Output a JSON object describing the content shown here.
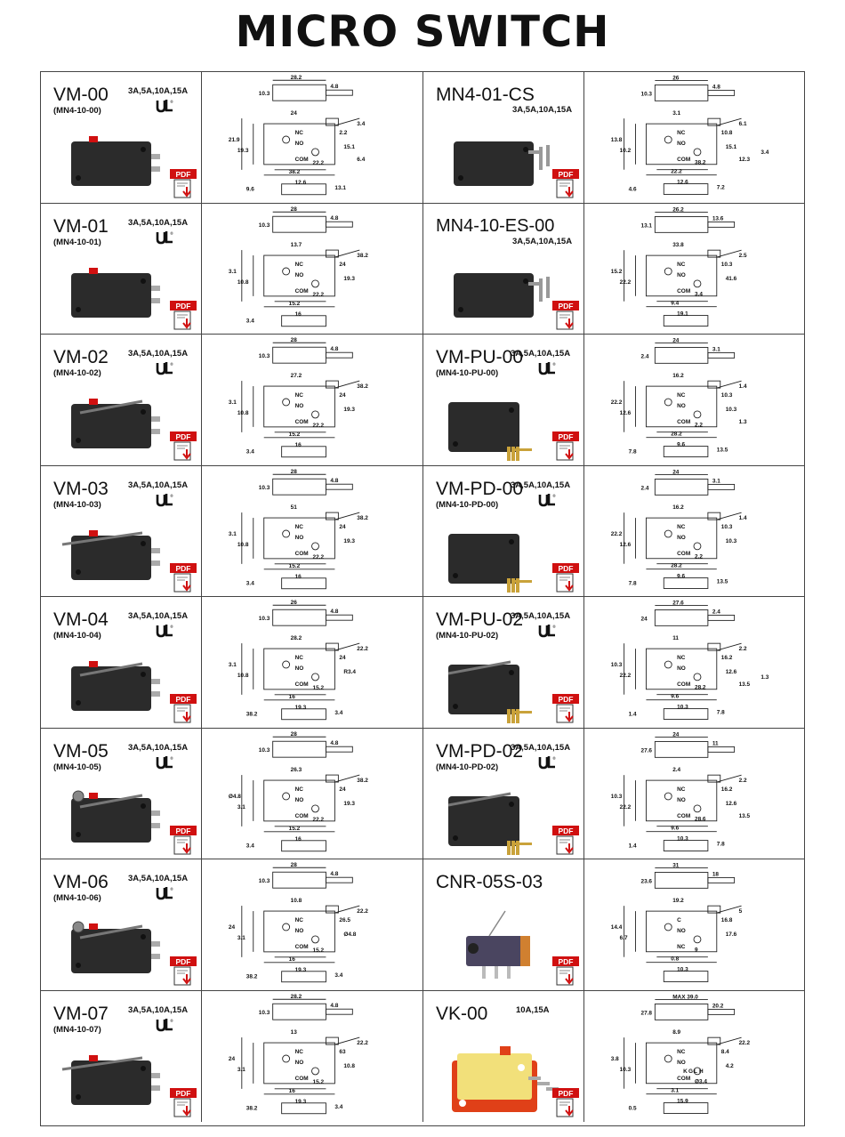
{
  "page_title": "MICRO SWITCH",
  "pdf_label": "PDF",
  "colors": {
    "accent": "#d01010",
    "body": "#2b2b2b",
    "pin": "#c9a23a",
    "cnr_body": "#4a4560",
    "vk_base": "#e04018",
    "vk_cover": "#f2e07a"
  },
  "products": [
    {
      "model": "VM-00",
      "sub": "(MN4-10-00)",
      "rating": "3A,5A,10A,15A",
      "ul": true,
      "icon": "micro-switch-plain"
    },
    {
      "model": "MN4-01-CS",
      "sub": "",
      "rating": "3A,5A,10A,15A",
      "ul": false,
      "icon": "micro-switch-bracket"
    },
    {
      "model": "VM-01",
      "sub": "(MN4-10-01)",
      "rating": "3A,5A,10A,15A",
      "ul": true,
      "icon": "micro-switch-plain"
    },
    {
      "model": "MN4-10-ES-00",
      "sub": "",
      "rating": "3A,5A,10A,15A",
      "ul": false,
      "icon": "micro-switch-bracket"
    },
    {
      "model": "VM-02",
      "sub": "(MN4-10-02)",
      "rating": "3A,5A,10A,15A",
      "ul": true,
      "icon": "micro-switch-lever"
    },
    {
      "model": "VM-PU-00",
      "sub": "(MN4-10-PU-00)",
      "rating": "3A,5A,10A,15A",
      "ul": true,
      "icon": "micro-switch-pcb"
    },
    {
      "model": "VM-03",
      "sub": "(MN4-10-03)",
      "rating": "3A,5A,10A,15A",
      "ul": true,
      "icon": "micro-switch-long-lever"
    },
    {
      "model": "VM-PD-00",
      "sub": "(MN4-10-PD-00)",
      "rating": "3A,5A,10A,15A",
      "ul": true,
      "icon": "micro-switch-pcb"
    },
    {
      "model": "VM-04",
      "sub": "(MN4-10-04)",
      "rating": "3A,5A,10A,15A",
      "ul": true,
      "icon": "micro-switch-curved-lever"
    },
    {
      "model": "VM-PU-02",
      "sub": "(MN4-10-PU-02)",
      "rating": "3A,5A,10A,15A",
      "ul": true,
      "icon": "micro-switch-pcb-lever"
    },
    {
      "model": "VM-05",
      "sub": "(MN4-10-05)",
      "rating": "3A,5A,10A,15A",
      "ul": true,
      "icon": "micro-switch-roller"
    },
    {
      "model": "VM-PD-02",
      "sub": "(MN4-10-PD-02)",
      "rating": "3A,5A,10A,15A",
      "ul": true,
      "icon": "micro-switch-pcb-lever"
    },
    {
      "model": "VM-06",
      "sub": "(MN4-10-06)",
      "rating": "3A,5A,10A,15A",
      "ul": true,
      "icon": "micro-switch-roller-lever"
    },
    {
      "model": "CNR-05S-03",
      "sub": "",
      "rating": "",
      "ul": false,
      "icon": "micro-switch-mini"
    },
    {
      "model": "VM-07",
      "sub": "(MN4-10-07)",
      "rating": "3A,5A,10A,15A",
      "ul": true,
      "icon": "micro-switch-wire-lever"
    },
    {
      "model": "VK-00",
      "sub": "",
      "rating": "10A,15A",
      "ul": false,
      "icon": "micro-switch-vk"
    }
  ],
  "drawings": [
    {
      "dims": [
        "28.2",
        "10.3",
        "4.8",
        "24",
        "2.2",
        "21.9",
        "19.3",
        "15.1",
        "12.6",
        "38.2",
        "22.2",
        "3.4",
        "9.6",
        "13.1",
        "6.4"
      ],
      "labels": [
        "NC",
        "NO",
        "COM"
      ]
    },
    {
      "dims": [
        "26",
        "10.3",
        "4.8",
        "3.1",
        "10.8",
        "13.8",
        "10.2",
        "15.1",
        "12.6",
        "22.2",
        "38.2",
        "6.1",
        "4.6",
        "7.2",
        "12.3",
        "3.4"
      ],
      "labels": [
        "NC",
        "NO",
        "COM"
      ]
    },
    {
      "dims": [
        "28",
        "10.3",
        "4.8",
        "13.7",
        "24",
        "3.1",
        "10.8",
        "19.3",
        "16",
        "15.2",
        "22.2",
        "38.2",
        "3.4"
      ],
      "labels": [
        "NC",
        "NO",
        "COM"
      ]
    },
    {
      "dims": [
        "26.2",
        "13.1",
        "13.6",
        "33.8",
        "10.3",
        "15.2",
        "22.2",
        "41.6",
        "19.1",
        "9.4",
        "3.4",
        "2.5"
      ],
      "labels": [
        "NC",
        "NO",
        "COM"
      ]
    },
    {
      "dims": [
        "28",
        "10.3",
        "4.8",
        "27.2",
        "24",
        "3.1",
        "10.8",
        "19.3",
        "16",
        "15.2",
        "22.2",
        "38.2",
        "3.4"
      ],
      "labels": [
        "NC",
        "NO",
        "COM"
      ]
    },
    {
      "dims": [
        "24",
        "2.4",
        "3.1",
        "16.2",
        "10.3",
        "22.2",
        "12.6",
        "10.3",
        "9.6",
        "28.2",
        "2.2",
        "1.4",
        "7.8",
        "13.5",
        "1.3"
      ],
      "labels": [
        "NC",
        "NO",
        "COM"
      ]
    },
    {
      "dims": [
        "28",
        "10.3",
        "4.8",
        "51",
        "24",
        "3.1",
        "10.8",
        "19.3",
        "16",
        "15.2",
        "22.2",
        "38.2",
        "3.4"
      ],
      "labels": [
        "NC",
        "NO",
        "COM"
      ]
    },
    {
      "dims": [
        "24",
        "2.4",
        "3.1",
        "16.2",
        "10.3",
        "22.2",
        "12.6",
        "10.3",
        "9.6",
        "28.2",
        "2.2",
        "1.4",
        "7.8",
        "13.5"
      ],
      "labels": [
        "NC",
        "NO",
        "COM"
      ]
    },
    {
      "dims": [
        "26",
        "10.3",
        "4.8",
        "28.2",
        "24",
        "3.1",
        "10.8",
        "R3.4",
        "19.3",
        "16",
        "15.2",
        "22.2",
        "38.2",
        "3.4"
      ],
      "labels": [
        "NC",
        "NO",
        "COM"
      ]
    },
    {
      "dims": [
        "27.6",
        "24",
        "2.4",
        "11",
        "16.2",
        "10.3",
        "22.2",
        "12.6",
        "10.3",
        "9.6",
        "28.2",
        "2.2",
        "1.4",
        "7.8",
        "13.5",
        "1.3"
      ],
      "labels": [
        "NC",
        "NO",
        "COM"
      ]
    },
    {
      "dims": [
        "28",
        "10.3",
        "4.8",
        "26.3",
        "24",
        "Ø4.8",
        "3.1",
        "19.3",
        "16",
        "15.2",
        "22.2",
        "38.2",
        "3.4"
      ],
      "labels": [
        "NC",
        "NO",
        "COM"
      ]
    },
    {
      "dims": [
        "24",
        "27.6",
        "11",
        "2.4",
        "16.2",
        "10.3",
        "22.2",
        "12.6",
        "10.3",
        "9.6",
        "28.6",
        "2.2",
        "1.4",
        "7.8",
        "13.5"
      ],
      "labels": [
        "NC",
        "NO",
        "COM"
      ]
    },
    {
      "dims": [
        "28",
        "10.3",
        "4.8",
        "10.8",
        "26.5",
        "24",
        "3.1",
        "Ø4.8",
        "19.3",
        "16",
        "15.2",
        "22.2",
        "38.2",
        "3.4"
      ],
      "labels": [
        "NC",
        "NO",
        "COM"
      ]
    },
    {
      "dims": [
        "31",
        "23.6",
        "18",
        "19.2",
        "16.8",
        "14.4",
        "6.7",
        "17.6",
        "10.3",
        "0.8",
        "9",
        "5"
      ],
      "labels": [
        "C",
        "NO",
        "NC"
      ]
    },
    {
      "dims": [
        "28.2",
        "10.3",
        "4.8",
        "13",
        "63",
        "24",
        "3.1",
        "10.8",
        "19.3",
        "16",
        "15.2",
        "22.2",
        "38.2",
        "3.4"
      ],
      "labels": [
        "NC",
        "NO",
        "COM"
      ]
    },
    {
      "dims": [
        "MAX 39.0",
        "27.8",
        "20.2",
        "8.9",
        "8.4",
        "3.8",
        "10.3",
        "4.2",
        "15.9",
        "3.1",
        "Ø3.4",
        "22.2",
        "0.5"
      ],
      "labels": [
        "NC",
        "NO",
        "COM",
        "K",
        "G",
        "L",
        "H"
      ]
    }
  ]
}
